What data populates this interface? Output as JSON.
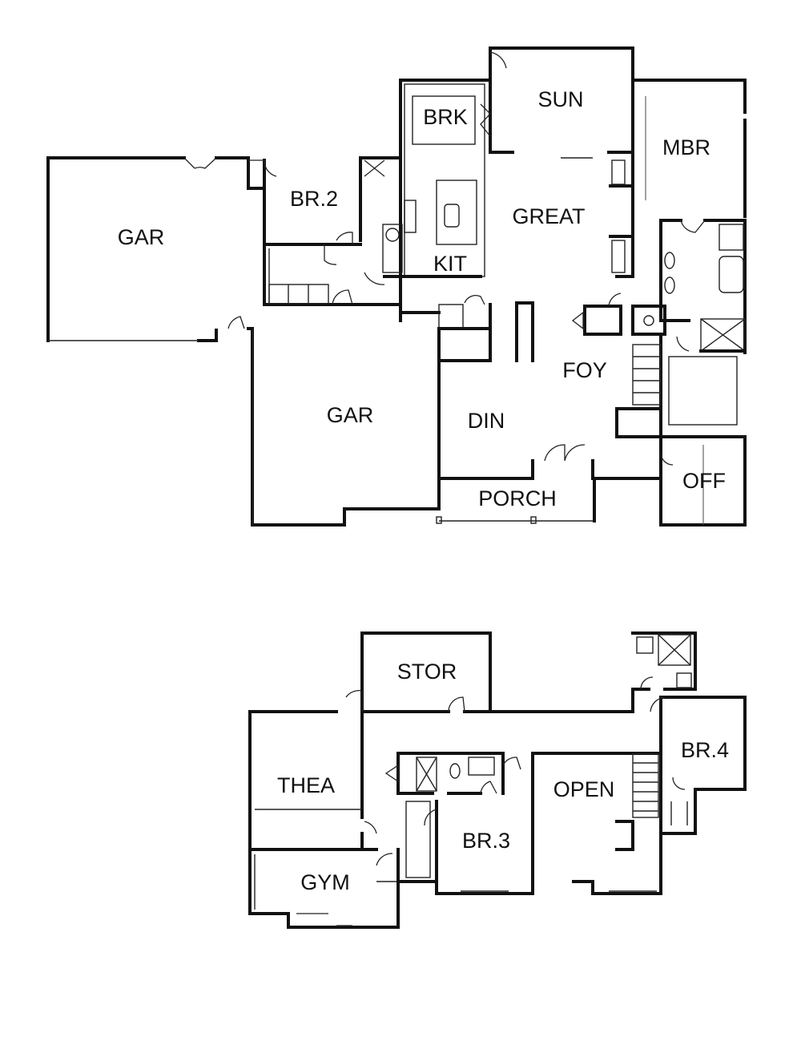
{
  "floor_plan": {
    "main_floor": {
      "rooms": {
        "gar_left": "GAR",
        "br2": "BR.2",
        "brk": "BRK",
        "sun": "SUN",
        "mbr": "MBR",
        "great": "GREAT",
        "kit": "KIT",
        "gar_center": "GAR",
        "foy": "FOY",
        "din": "DIN",
        "porch": "PORCH",
        "off": "OFF"
      }
    },
    "lower_floor": {
      "rooms": {
        "stor": "STOR",
        "thea": "THEA",
        "gym": "GYM",
        "br3": "BR.3",
        "open": "OPEN",
        "br4": "BR.4"
      }
    }
  }
}
